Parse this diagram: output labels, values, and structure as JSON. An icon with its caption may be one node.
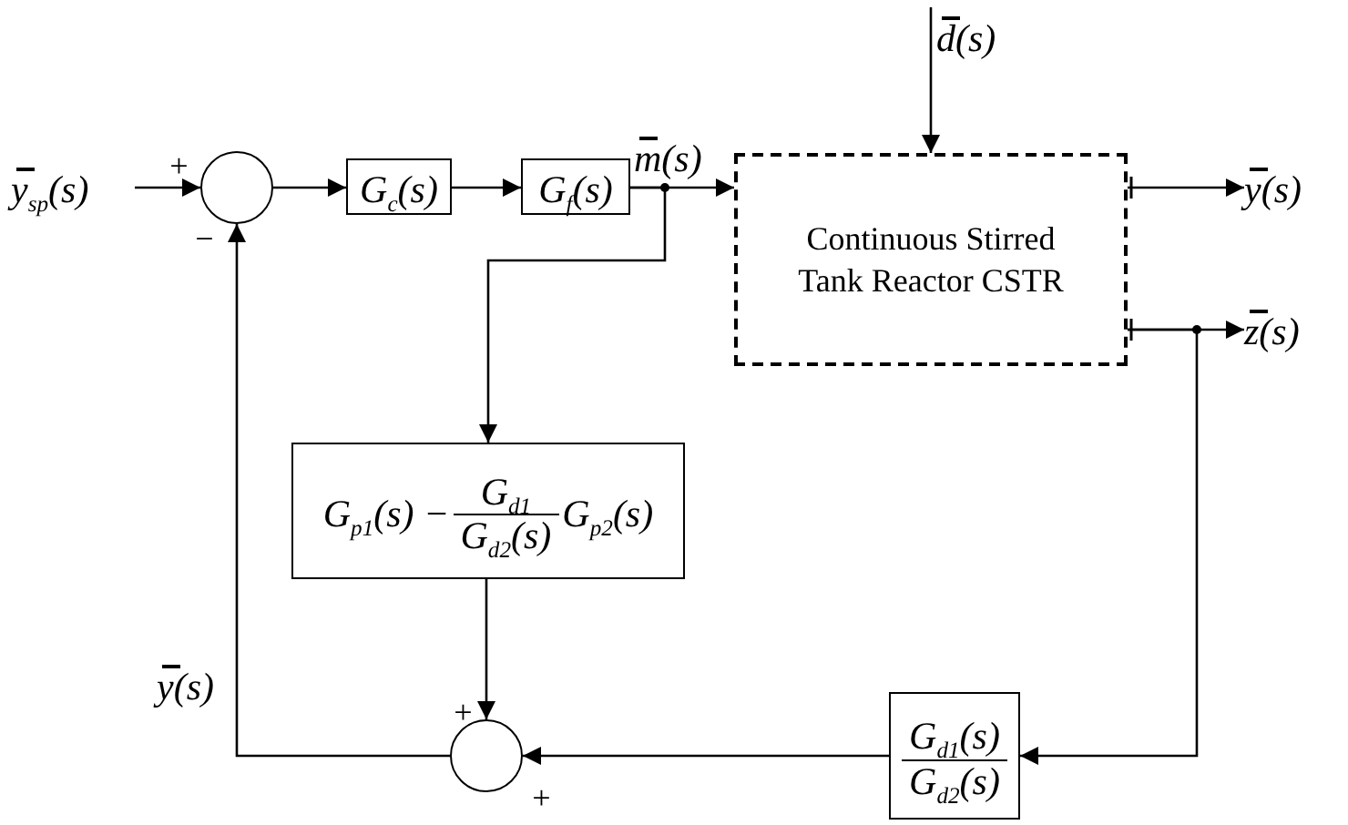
{
  "diagram": {
    "nodes": [
      {
        "text": [
          "y$_{sp}$(s)"
        ]
      },
      {
        "text": [],
        "shape": "circle"
      },
      {
        "text": [
          "G$_{c}$(s)"
        ]
      },
      {
        "text": [
          "G$_{f}$(s)"
        ]
      },
      {
        "text": [
          "Continuous Stirred Tank Reactor CSTR"
        ]
      },
      {
        "text": [
          "d(s)"
        ]
      },
      {
        "text": [
          "y(s)"
        ]
      },
      {
        "text": [
          "z(s)"
        ]
      },
      {
        "text": [
          "G$_{p1}$(s) −",
          "G$_{d1}$",
          "G$_{d2}$(s)",
          "G$_{p2}$(s)"
        ]
      },
      {
        "text": [],
        "shape": "circle"
      },
      {
        "text": [
          "G$_{d1}$(s)",
          "G$_{d2}$(s)"
        ]
      }
    ],
    "edges": [
      {
        "from": 0,
        "to": 1,
        "arrow": "to"
      },
      {
        "from": 1,
        "to": 2,
        "arrow": "to"
      },
      {
        "from": 2,
        "to": 3,
        "arrow": "to"
      },
      {
        "from": 3,
        "to": 4,
        "arrow": "to"
      },
      {
        "from": 3,
        "to": 8,
        "arrow": "to"
      },
      {
        "from": 5,
        "to": 4,
        "arrow": "to"
      },
      {
        "from": 4,
        "to": 6,
        "arrow": "to"
      },
      {
        "from": 4,
        "to": 7,
        "arrow": "to"
      },
      {
        "from": 4,
        "to": 10,
        "arrow": "to"
      },
      {
        "from": 10,
        "to": 9,
        "arrow": "to"
      },
      {
        "from": 8,
        "to": 9,
        "arrow": "to"
      },
      {
        "from": 9,
        "to": 1,
        "arrow": "to"
      }
    ],
    "labels": [
      "m(s)",
      "+",
      "−",
      "y(s)",
      "+",
      "+"
    ]
  }
}
